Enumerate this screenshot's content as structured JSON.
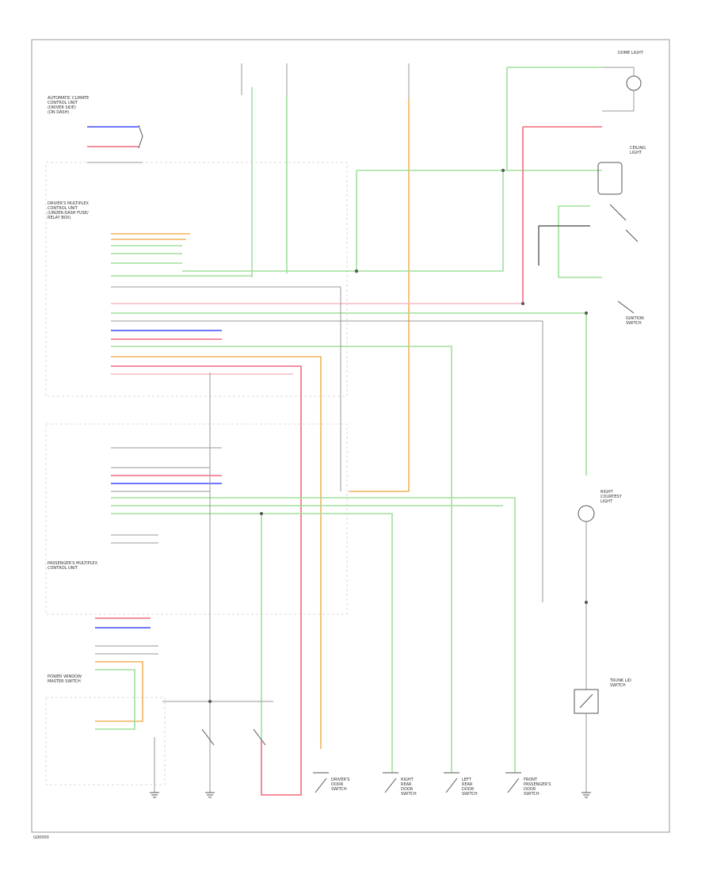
{
  "diagram": {
    "components": {
      "climate_unit": {
        "lines": [
          "AUTOMATIC CLIMATE",
          "CONTROL UNIT",
          "(DRIVER SIDE)",
          "(ON DASH)"
        ]
      },
      "driver_mpcs": {
        "lines": [
          "DRIVER'S MULTIPLEX",
          "CONTROL UNIT",
          "(UNDER-DASH FUSE/",
          "RELAY BOX)"
        ]
      },
      "passenger_mpcs": {
        "lines": [
          "PASSENGER'S MULTIPLEX",
          "CONTROL UNIT"
        ]
      },
      "power_window_unit": {
        "lines": [
          "POWER WINDOW",
          "MASTER SWITCH"
        ]
      },
      "dome_light": {
        "lines": [
          "DOME LIGHT"
        ]
      },
      "ceiling_light": {
        "lines": [
          "CEILING",
          "LIGHT"
        ]
      },
      "ignition_switch": {
        "lines": [
          "IGNITION",
          "SWITCH"
        ]
      },
      "right_courtesy": {
        "lines": [
          "RIGHT",
          "COURTESY",
          "LIGHT"
        ]
      },
      "door_switches": [
        {
          "lines": [
            "DRIVER'S",
            "DOOR",
            "SWITCH"
          ]
        },
        {
          "lines": [
            "RIGHT",
            "REAR",
            "DOOR",
            "SWITCH"
          ]
        },
        {
          "lines": [
            "LEFT",
            "REAR",
            "DOOR",
            "SWITCH"
          ]
        },
        {
          "lines": [
            "FRONT",
            "PASSENGER'S",
            "DOOR",
            "SWITCH"
          ]
        }
      ],
      "trunk_switch": {
        "lines": [
          "TRUNK LID",
          "SWITCH"
        ]
      }
    },
    "footer_label": "G00000"
  }
}
